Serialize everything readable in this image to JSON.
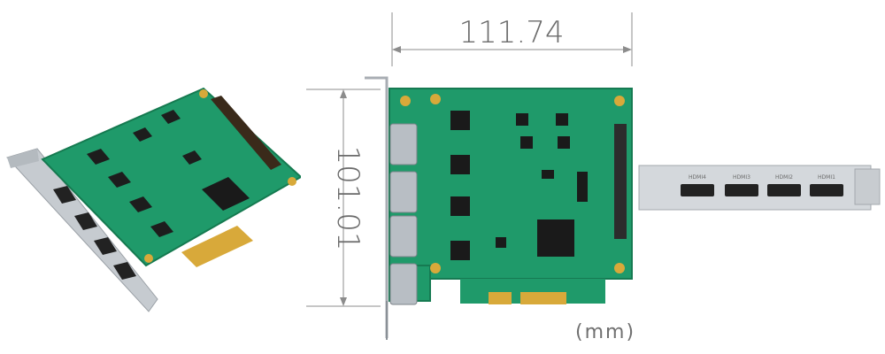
{
  "dimensions": {
    "width_value": "111.74",
    "height_value": "101.01",
    "unit_label": "(mm)"
  },
  "ports": {
    "labels": [
      "HDMI4",
      "HDMI3",
      "HDMI2",
      "HDMI1"
    ]
  },
  "colors": {
    "pcb": "#1f9a6a",
    "pcb_dark": "#167a52",
    "gold": "#d8a93a",
    "bracket": "#c9cdd2",
    "dimension_line": "#8c8c8c",
    "chip": "#1a1a1a"
  }
}
